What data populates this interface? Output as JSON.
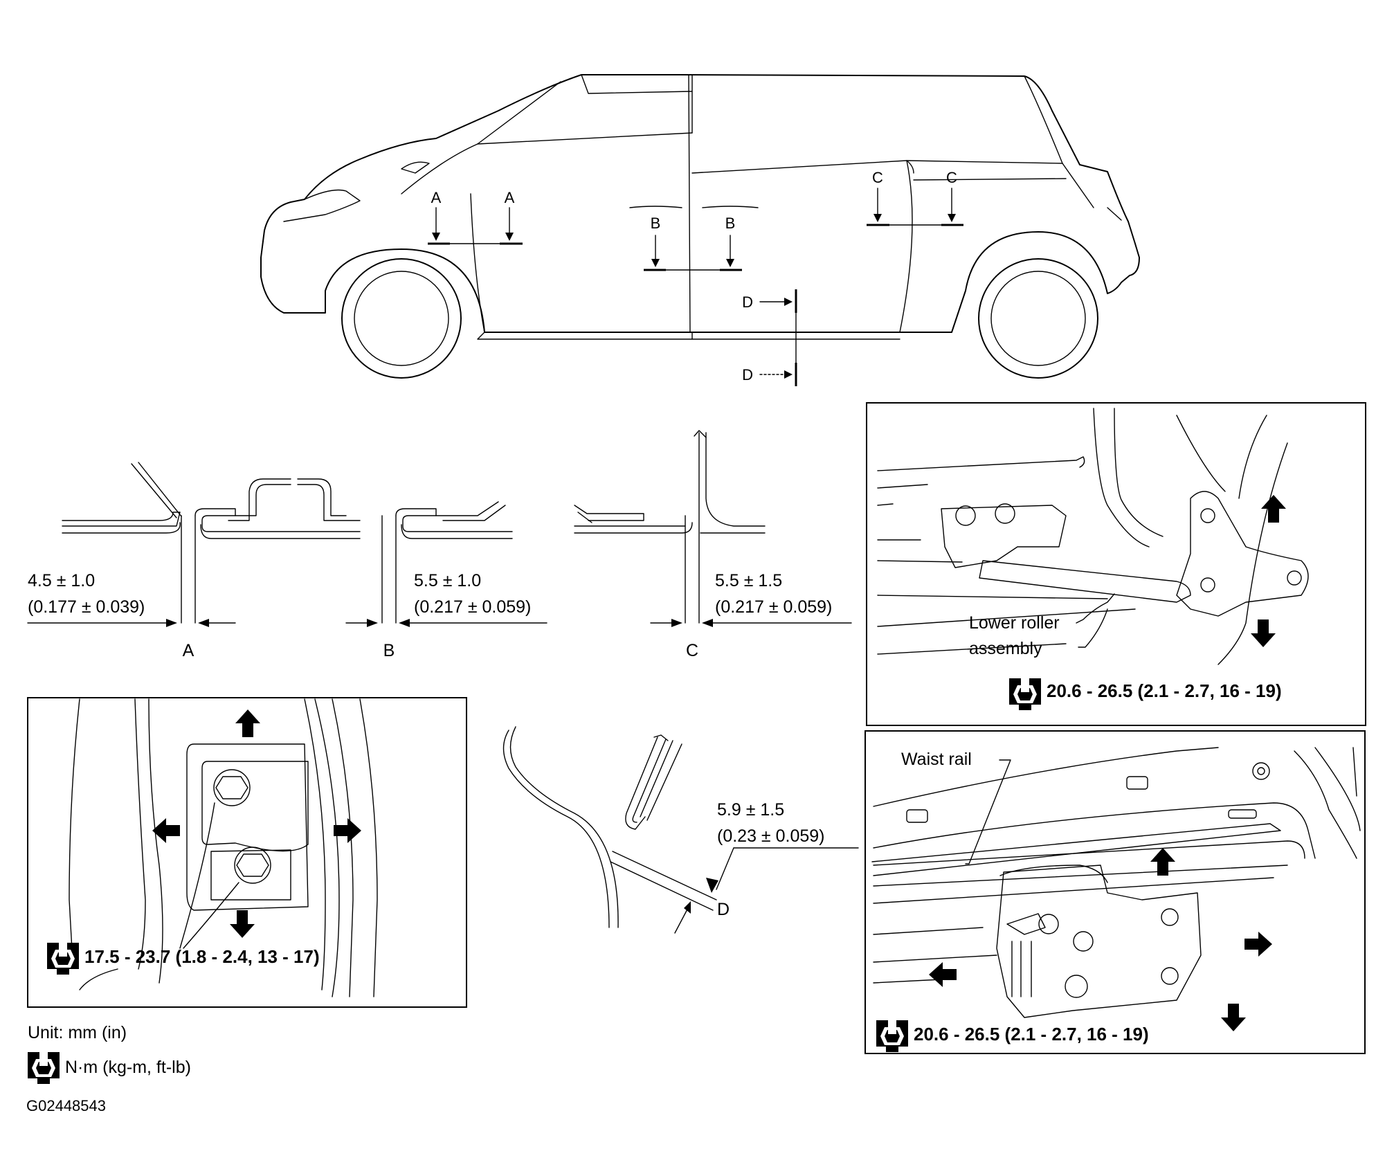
{
  "section_labels": {
    "a": "A",
    "b": "B",
    "c": "C",
    "d": "D"
  },
  "clearances": {
    "a": {
      "value": "4.5 ± 1.0",
      "inch": "(0.177 ± 0.039)"
    },
    "b": {
      "value": "5.5 ± 1.0",
      "inch": "(0.217 ± 0.059)"
    },
    "c": {
      "value": "5.5 ± 1.5",
      "inch": "(0.217 ± 0.059)"
    },
    "d": {
      "value": "5.9 ± 1.5",
      "inch": "(0.23 ± 0.059)"
    }
  },
  "panels": {
    "lower_roller": {
      "callout_line1": "Lower roller",
      "callout_line2": "assembly",
      "torque": "20.6 - 26.5 (2.1 - 2.7, 16 - 19)"
    },
    "hinge": {
      "torque": "17.5 - 23.7 (1.8 - 2.4, 13 - 17)"
    },
    "waist_rail": {
      "callout": "Waist rail",
      "torque": "20.6 - 26.5 (2.1 - 2.7, 16 - 19)"
    }
  },
  "legend": {
    "unit": "Unit: mm (in)",
    "torque_unit": "N·m (kg-m, ft-lb)",
    "torque_icon": "torque-wrench-icon"
  },
  "figure_id": "G02448543"
}
